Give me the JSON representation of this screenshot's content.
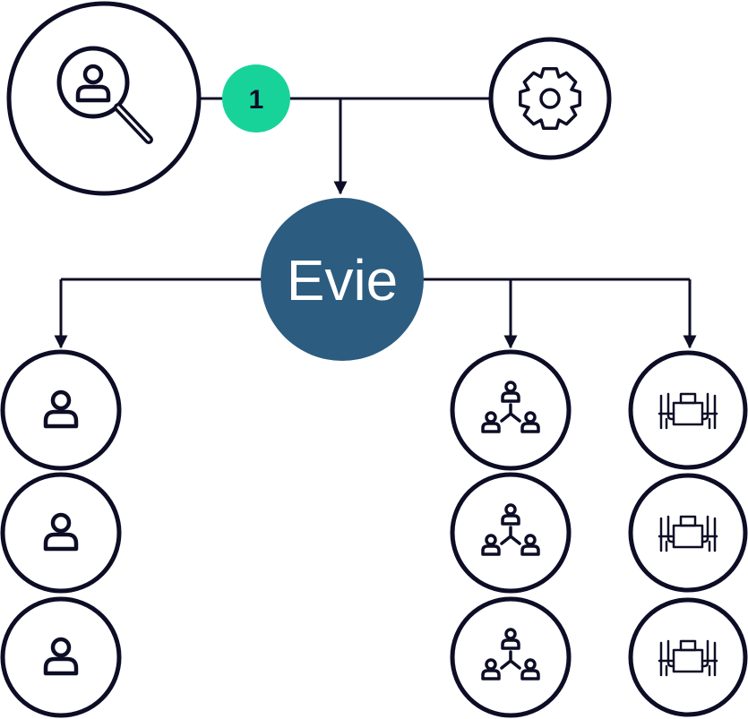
{
  "center_node": {
    "label": "Evie",
    "color": "#2c5c80"
  },
  "step_badge": {
    "label": "1",
    "color": "#17d39a"
  },
  "source_node": {
    "icon": "person-search-icon"
  },
  "settings_node": {
    "icon": "gear-icon"
  },
  "columns": [
    {
      "icon": "person-icon",
      "count": 3
    },
    {
      "icon": "team-hierarchy-icon",
      "count": 3
    },
    {
      "icon": "meeting-table-icon",
      "count": 3
    }
  ],
  "colors": {
    "line": "#0d0d26",
    "background": "#ffffff"
  }
}
